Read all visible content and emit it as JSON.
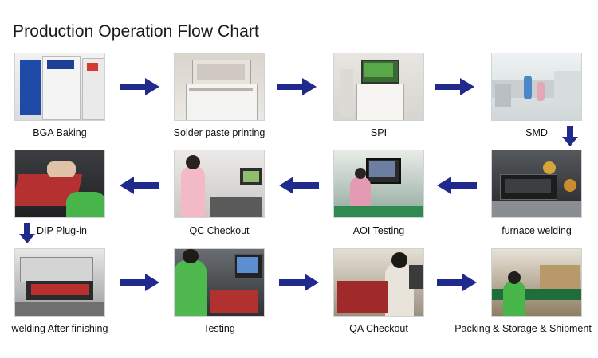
{
  "title": "Production Operation Flow Chart",
  "steps": [
    {
      "label": "BGA Baking"
    },
    {
      "label": "Solder paste printing"
    },
    {
      "label": "SPI"
    },
    {
      "label": "SMD"
    },
    {
      "label": "furnace welding"
    },
    {
      "label": "AOI Testing"
    },
    {
      "label": "QC Checkout"
    },
    {
      "label": "DIP Plug-in"
    },
    {
      "label": "welding After finishing"
    },
    {
      "label": "Testing"
    },
    {
      "label": "QA Checkout"
    },
    {
      "label": "Packing & Storage & Shipment"
    }
  ],
  "colors": {
    "arrow": "#1f2a8c"
  }
}
